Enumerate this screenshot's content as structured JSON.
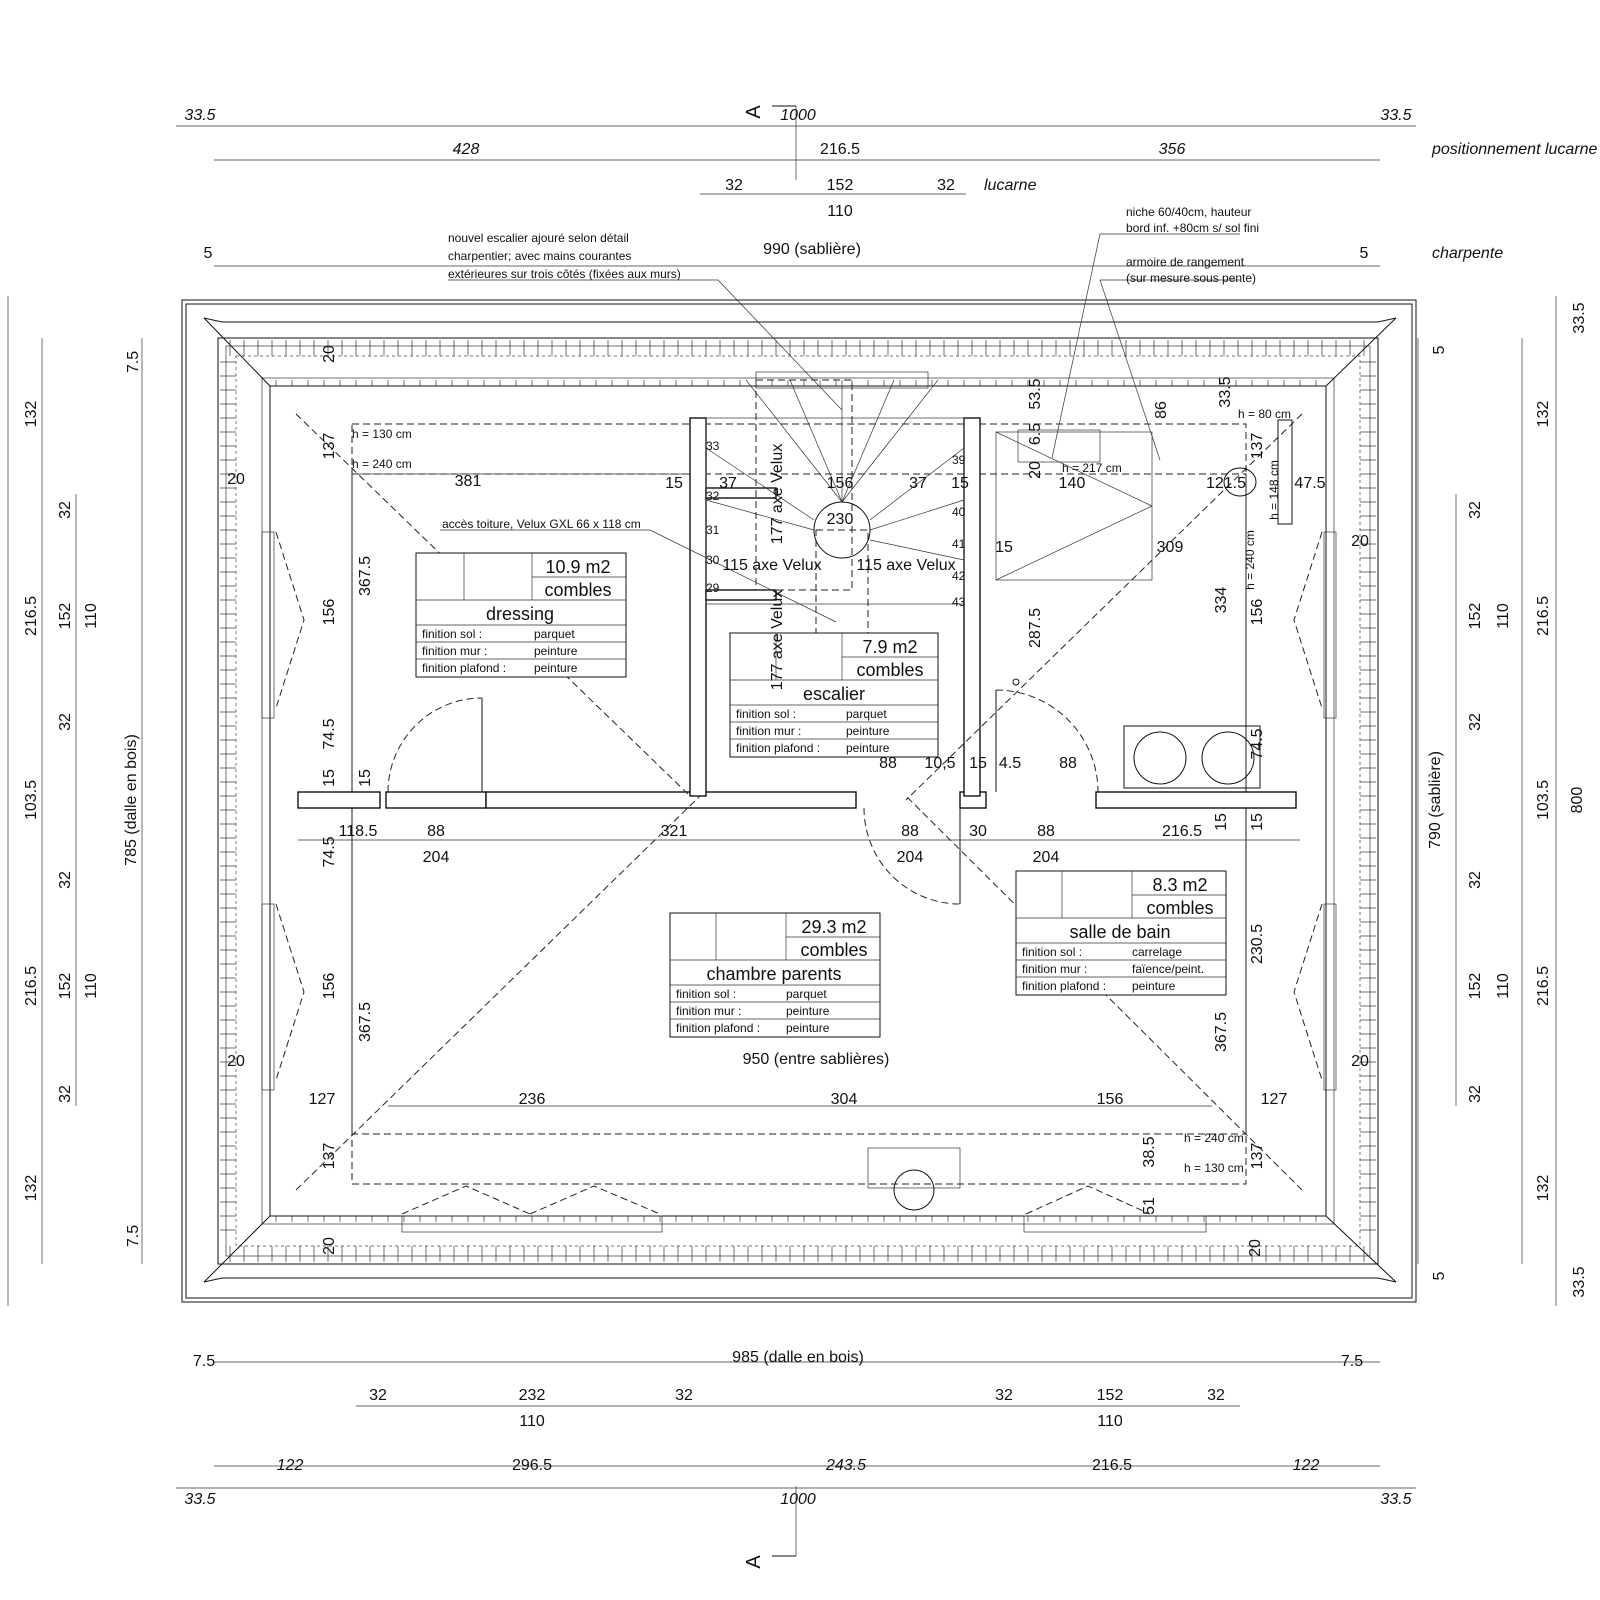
{
  "section_marker": "A",
  "dims": {
    "top": {
      "d335_left": "33.5",
      "d1000": "1000",
      "d335_right": "33.5",
      "d428": "428",
      "d2165": "216.5",
      "d356": "356",
      "d32a": "32",
      "d152": "152",
      "d32b": "32",
      "d110": "110",
      "d5_left": "5",
      "d990": "990 (sablière)",
      "d5_right": "5"
    },
    "bottom": {
      "d75_left": "7.5",
      "d985": "985 (dalle en bois)",
      "d75_right": "7.5",
      "d32a": "32",
      "d232": "232",
      "d32b": "32",
      "d110a": "110",
      "d32c": "32",
      "d152": "152",
      "d32d": "32",
      "d110b": "110",
      "d122a": "122",
      "d2965": "296.5",
      "d2435": "243.5",
      "d2165": "216.5",
      "d122b": "122",
      "d335_left": "33.5",
      "d1000": "1000",
      "d335_right": "33.5"
    },
    "left": {
      "d75a": "7.5",
      "d132a": "132",
      "d32a": "32",
      "d2165a": "216.5",
      "d152a": "152",
      "d110a": "110",
      "d32b": "32",
      "d1035": "103.5",
      "d32c": "32",
      "d2165b": "216.5",
      "d152b": "152",
      "d110b": "110",
      "d32d": "32",
      "d132b": "132",
      "d75b": "7.5",
      "d785": "785 (dalle en bois)",
      "d20a": "20",
      "d20b": "20",
      "d20c": "20"
    },
    "right": {
      "d335a": "33.5",
      "d5a": "5",
      "d132a": "132",
      "d32a": "32",
      "d2165a": "216.5",
      "d152a": "152",
      "d110a": "110",
      "d32b": "32",
      "d1035": "103.5",
      "d800": "800",
      "d790": "790 (sablière)",
      "d32c": "32",
      "d2165b": "216.5",
      "d152b": "152",
      "d110b": "110",
      "d32d": "32",
      "d132b": "132",
      "d5b": "5",
      "d335b": "33.5",
      "d20a": "20",
      "d20b": "20",
      "d20c": "20"
    },
    "inner": {
      "d137a": "137",
      "d381": "381",
      "d3675a": "367.5",
      "d156a": "156",
      "d745a": "74.5",
      "d15a": "15",
      "d15b": "15",
      "d745b": "74.5",
      "d1185": "118.5",
      "d88a": "88",
      "d204a": "204",
      "d321": "321",
      "d88b": "88",
      "d204b": "204",
      "d30": "30",
      "d88c": "88",
      "d204c": "204",
      "d2165": "216.5",
      "d156b": "156",
      "d3675b": "367.5",
      "d137b": "137",
      "d127a": "127",
      "d236": "236",
      "d304": "304",
      "d156c": "156",
      "d127b": "127",
      "d950": "950 (entre sablières)",
      "d33": "33",
      "d32": "32",
      "d31": "31",
      "d30s": "30",
      "d29": "29",
      "d39": "39",
      "d40": "40",
      "d41": "41",
      "d42": "42",
      "d43": "43",
      "d15c": "15",
      "d37a": "37",
      "d156d": "156",
      "d37b": "37",
      "d15d": "15",
      "d230": "230",
      "d177a": "177 axe Velux",
      "d177b": "177 axe Velux",
      "d115a": "115 axe Velux",
      "d115b": "115 axe Velux",
      "d88d": "88",
      "d105": "10,5",
      "d15e": "15",
      "d45": "4.5",
      "d88e": "88",
      "d535": "53.5",
      "d65": "6.5",
      "d20d": "20",
      "d140": "140",
      "d15f": "15",
      "d2875": "287.5",
      "d309": "309",
      "d334": "334",
      "d335c": "33.5",
      "d86": "86",
      "d1215": "121.5",
      "d475": "47.5",
      "d137c": "137",
      "d156e": "156",
      "d745c": "74.5",
      "d15g": "15",
      "d15h": "15",
      "d2305": "230.5",
      "d3675c": "367.5",
      "d137d": "137",
      "d385": "38.5",
      "d51": "51",
      "d20e": "20",
      "d20f": "20",
      "d20g": "20",
      "d20h": "20",
      "d20i": "20"
    }
  },
  "side_labels": {
    "lucarne_pos": "positionnement lucarne",
    "lucarne": "lucarne",
    "charpente": "charpente"
  },
  "notes": {
    "stair1": "nouvel escalier ajouré selon détail",
    "stair2": "charpentier; avec mains courantes",
    "stair3": "extérieures sur trois côtés (fixées aux murs)",
    "niche1": "niche 60/40cm, hauteur",
    "niche2": "bord inf. +80cm s/ sol fini",
    "armoire1": "armoire de rangement",
    "armoire2": "(sur mesure sous pente)",
    "velux": "accès toiture, Velux GXL 66 x 118 cm",
    "h130a": "h = 130 cm",
    "h240a": "h = 240 cm",
    "h217": "h = 217 cm",
    "h80": "h = 80 cm",
    "h148": "h = 148 cm",
    "h240b": "h = 240 cm",
    "h240c": "h = 240 cm",
    "h130b": "h = 130 cm"
  },
  "rooms": [
    {
      "area": "10.9 m2",
      "type": "combles",
      "name": "dressing",
      "rows": [
        [
          "finition sol :",
          "parquet"
        ],
        [
          "finition mur :",
          "peinture"
        ],
        [
          "finition plafond :",
          "peinture"
        ]
      ]
    },
    {
      "area": "7.9 m2",
      "type": "combles",
      "name": "escalier",
      "rows": [
        [
          "finition sol :",
          "parquet"
        ],
        [
          "finition mur :",
          "peinture"
        ],
        [
          "finition plafond :",
          "peinture"
        ]
      ]
    },
    {
      "area": "29.3 m2",
      "type": "combles",
      "name": "chambre parents",
      "rows": [
        [
          "finition sol :",
          "parquet"
        ],
        [
          "finition mur :",
          "peinture"
        ],
        [
          "finition plafond :",
          "peinture"
        ]
      ]
    },
    {
      "area": "8.3 m2",
      "type": "combles",
      "name": "salle de bain",
      "rows": [
        [
          "finition sol :",
          "carrelage"
        ],
        [
          "finition mur :",
          "faïence/peint."
        ],
        [
          "finition plafond :",
          "peinture"
        ]
      ]
    }
  ]
}
